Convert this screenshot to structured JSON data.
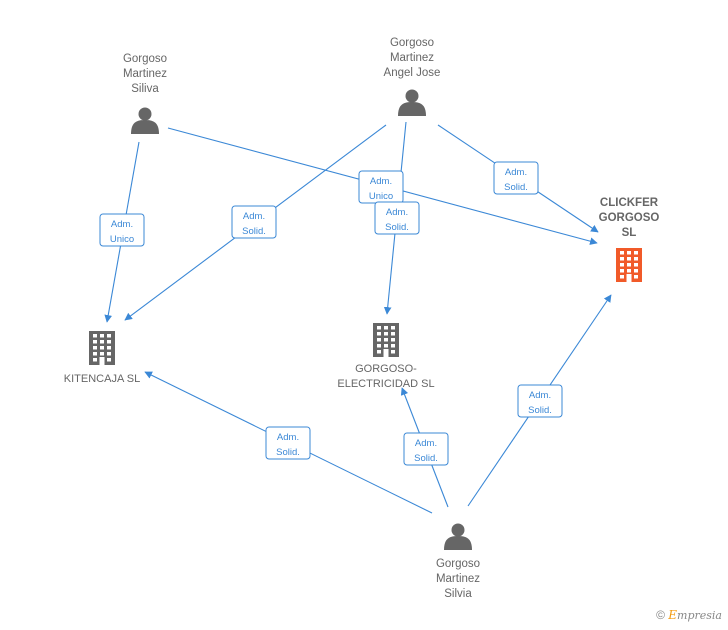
{
  "colors": {
    "edge": "#3b88d6",
    "person": "#666666",
    "company": "#666666",
    "highlight": "#f15a29"
  },
  "persons": [
    {
      "id": "p_silva",
      "lines": [
        "Gorgoso",
        "Martinez",
        "Siliva"
      ],
      "icon": "person-icon"
    },
    {
      "id": "p_angel",
      "lines": [
        "Gorgoso",
        "Martinez",
        "Angel Jose"
      ],
      "icon": "person-icon"
    },
    {
      "id": "p_silvia",
      "lines": [
        "Gorgoso",
        "Martinez",
        "Silvia"
      ],
      "icon": "person-icon"
    }
  ],
  "companies": [
    {
      "id": "c_kitencaja",
      "lines": [
        "KITENCAJA  SL"
      ],
      "icon": "building-icon",
      "highlight": false
    },
    {
      "id": "c_electricidad",
      "lines": [
        "GORGOSO-",
        "ELECTRICIDAD SL"
      ],
      "icon": "building-icon",
      "highlight": false
    },
    {
      "id": "c_clickfer",
      "lines": [
        "CLICKFER",
        "GORGOSO",
        "SL"
      ],
      "icon": "building-icon",
      "highlight": true
    }
  ],
  "edges": [
    {
      "from": "p_silva",
      "to": "c_kitencaja",
      "label": [
        "Adm.",
        "Unico"
      ]
    },
    {
      "from": "p_silva",
      "to": "c_clickfer",
      "label": [
        "Adm.",
        "Unico"
      ]
    },
    {
      "from": "p_angel",
      "to": "c_kitencaja",
      "label": [
        "Adm.",
        "Solid."
      ]
    },
    {
      "from": "p_angel",
      "to": "c_electricidad",
      "label": [
        "Adm.",
        "Solid."
      ]
    },
    {
      "from": "p_angel",
      "to": "c_clickfer",
      "label": [
        "Adm.",
        "Solid."
      ]
    },
    {
      "from": "p_silvia",
      "to": "c_kitencaja",
      "label": [
        "Adm.",
        "Solid."
      ]
    },
    {
      "from": "p_silvia",
      "to": "c_electricidad",
      "label": [
        "Adm.",
        "Solid."
      ]
    },
    {
      "from": "p_silvia",
      "to": "c_clickfer",
      "label": [
        "Adm.",
        "Solid."
      ]
    }
  ],
  "footer": {
    "copyright": "©",
    "brand_initial": "E",
    "brand_rest": "mpresia"
  }
}
